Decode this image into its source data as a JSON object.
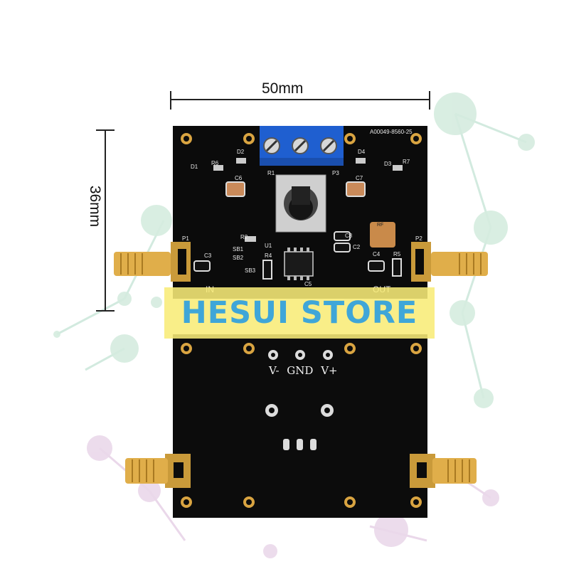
{
  "dimensions": {
    "width": "50mm",
    "height": "36mm"
  },
  "banner": {
    "text": "HESUI STORE"
  },
  "board": {
    "top_right_code": "A00049-8560-25",
    "input_label": "IN",
    "output_label": "OUT",
    "power_labels": "V- GND V+",
    "silkscreen": [
      "D1",
      "R6",
      "D2",
      "C6",
      "R1",
      "P3",
      "D4",
      "D3",
      "R7",
      "C7",
      "P1",
      "P2",
      "R2",
      "C8",
      "C2",
      "U1",
      "SB1",
      "SB2",
      "SB3",
      "R4",
      "C3",
      "C4",
      "R5",
      "C5",
      "RF"
    ]
  },
  "colors": {
    "board": "#0b0b0b",
    "terminal": "#1f5fd0",
    "gold": "#d9a441",
    "banner_bg": "#f8ec78",
    "banner_text": "#3fa6d8"
  }
}
